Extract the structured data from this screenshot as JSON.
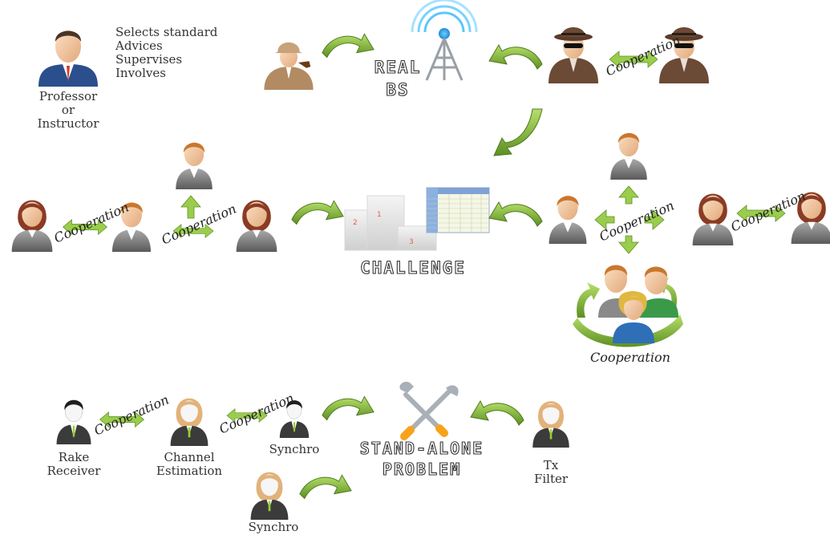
{
  "professor": {
    "label_line1": "Professor",
    "label_line2": "or",
    "label_line3": "Instructor",
    "roles": [
      "Selects standard",
      "Advices",
      "Supervises",
      "Involves"
    ]
  },
  "real_bs": {
    "line1": "REAL",
    "line2": "BS"
  },
  "challenge": {
    "label": "CHALLENGE"
  },
  "stand_alone": {
    "line1": "STAND-ALONE",
    "line2": "PROBLEM"
  },
  "cooperation_label": "Cooperation",
  "students": {
    "rake_line1": "Rake",
    "rake_line2": "Receiver",
    "channel_line1": "Channel",
    "channel_line2": "Estimation",
    "synchro_top": "Synchro",
    "synchro_bottom": "Synchro",
    "tx_line1": "Tx",
    "tx_line2": "Filter"
  },
  "colors": {
    "arrow_green": "#7fb23a",
    "arrow_light": "#a6d45a",
    "suit_gray": "#7d7d7d",
    "spy_brown": "#6b4a36",
    "hair_brown": "#8a3b24",
    "skin": "#f2c8a0"
  }
}
